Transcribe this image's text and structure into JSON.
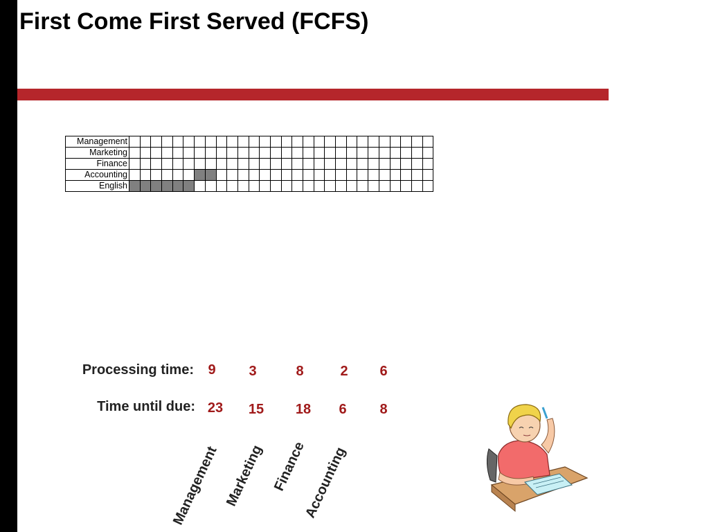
{
  "slide": {
    "title": "First Come First Served (FCFS)"
  },
  "gantt": {
    "jobs": [
      "Management",
      "Marketing",
      "Finance",
      "Accounting",
      "English"
    ],
    "total_slots": 28,
    "scheduled": [
      {
        "job": "English",
        "start": 0,
        "length": 6
      },
      {
        "job": "Accounting",
        "start": 6,
        "length": 2
      }
    ]
  },
  "table": {
    "processing_label": "Processing time:",
    "due_label": "Time until due:",
    "processing_times": [
      "9",
      "3",
      "8",
      "2",
      "6"
    ],
    "due_times": [
      "23",
      "15",
      "18",
      "6",
      "8"
    ],
    "job_names": [
      "Management",
      "Marketing",
      "Finance",
      "Accounting"
    ]
  },
  "colors": {
    "accent_bar": "#b5262b",
    "value_text": "#a01a1a",
    "scheduled_cell": "#808080"
  },
  "icons": {
    "clipart": "student-writing-at-desk-illustration"
  }
}
